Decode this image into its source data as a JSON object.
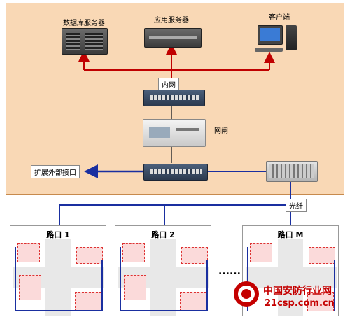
{
  "nodes": {
    "db_server": "数据库服务器",
    "app_server": "应用服务器",
    "client": "客户端",
    "intranet": "内网",
    "gateway": "网闸",
    "external_interface": "扩展外部接口",
    "fiber": "光纤"
  },
  "intersections": [
    {
      "title": "路口 1"
    },
    {
      "title": "路口 2"
    },
    {
      "title": "路口 M"
    }
  ],
  "ellipsis": "......",
  "watermark": {
    "brand": "中国安防行业网",
    "site": "21csp.com.cn"
  },
  "colors": {
    "panel_bg": "#f9d8b5",
    "arrow_red": "#c00000",
    "link_blue": "#1a2fa0"
  }
}
